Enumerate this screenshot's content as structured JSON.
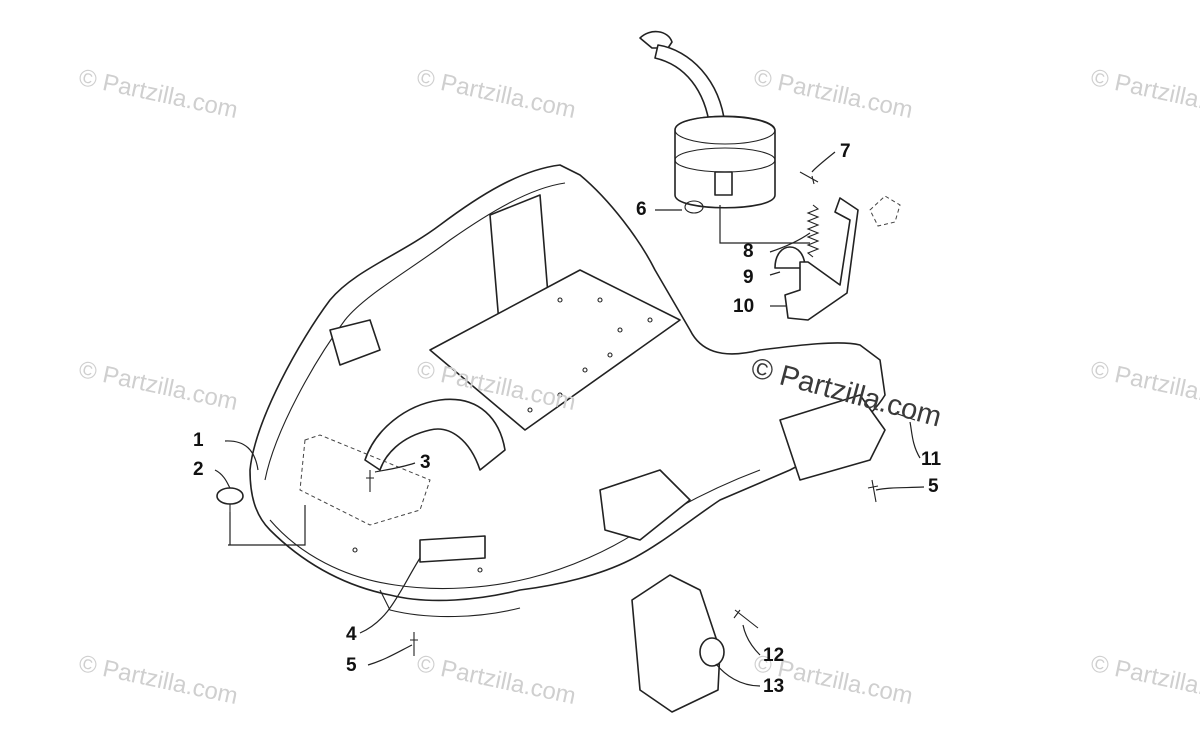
{
  "watermark": "© Partzilla.com",
  "callouts": [
    {
      "id": "1",
      "label": "1"
    },
    {
      "id": "2",
      "label": "2"
    },
    {
      "id": "3",
      "label": "3"
    },
    {
      "id": "4",
      "label": "4"
    },
    {
      "id": "5a",
      "label": "5"
    },
    {
      "id": "5b",
      "label": "5"
    },
    {
      "id": "6",
      "label": "6"
    },
    {
      "id": "7",
      "label": "7"
    },
    {
      "id": "8",
      "label": "8"
    },
    {
      "id": "9",
      "label": "9"
    },
    {
      "id": "10",
      "label": "10"
    },
    {
      "id": "11",
      "label": "11"
    },
    {
      "id": "12",
      "label": "12"
    },
    {
      "id": "13",
      "label": "13"
    }
  ]
}
